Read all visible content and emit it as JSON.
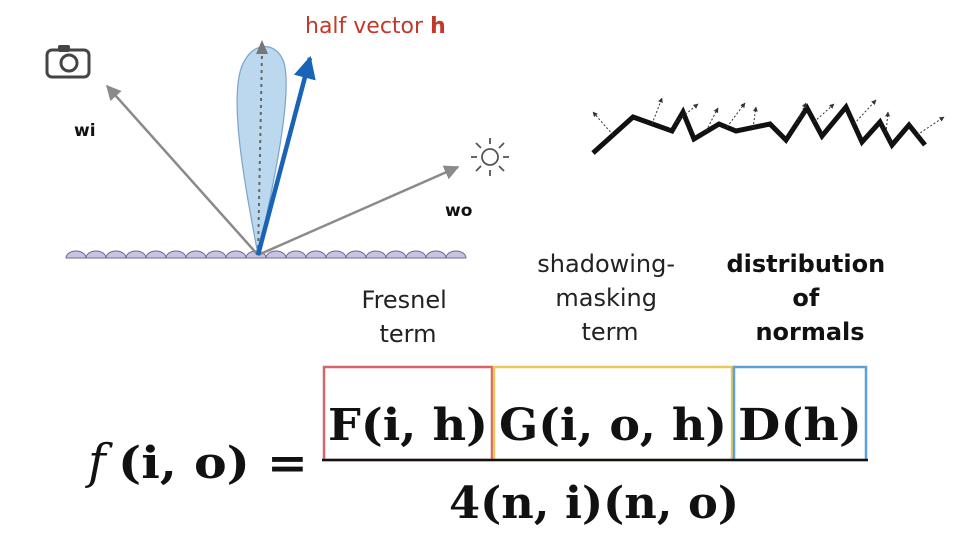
{
  "labels": {
    "half_vector_prefix": "half vector ",
    "half_vector_symbol": "h",
    "wi": "wi",
    "wo": "wo"
  },
  "terms": {
    "fresnel": [
      "Fresnel",
      "term"
    ],
    "shadowing": [
      "shadowing-",
      "masking",
      "term"
    ],
    "distribution": [
      "distribution",
      "of",
      "normals"
    ]
  },
  "formula": {
    "lhs_f": "f",
    "lhs_args": "(i, o) =",
    "fresnel_term": "F(i, h)",
    "shadow_term": "G(i, o, h)",
    "distribution_term": "D(h)",
    "denominator": "4(n, i)(n, o)"
  },
  "colors": {
    "half_vector": "#1a64b8",
    "half_vector_label": "#c0392b",
    "lobe_fill": "#bcd8ef",
    "surface_fill": "#c8c3e3",
    "gray_vectors": "#8a8a8a",
    "fresnel_box": "#d9636a",
    "shadow_box": "#e7c95a",
    "distribution_box": "#5d9fd8"
  },
  "icons": {
    "camera": "camera-icon",
    "light": "sun-icon"
  }
}
